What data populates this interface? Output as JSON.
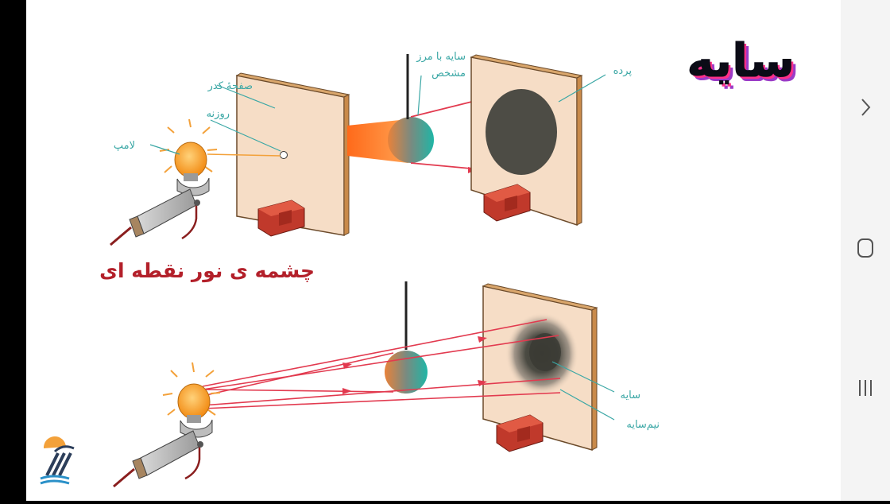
{
  "title": "سایه",
  "subtitle": "چشمه ی نور نقطه ای",
  "labels": {
    "cardboard": "صفحهٔ کدر",
    "hole": "روزنه",
    "lamp": "لامپ",
    "sharp_shadow_line1": "سایه با مرز",
    "sharp_shadow_line2": "مشخص",
    "screen": "پرده",
    "umbra": "سایه",
    "penumbra": "نیم‌سایه"
  },
  "colors": {
    "board": "#f6ddc6",
    "board_edge": "#c98a4a",
    "ray": "#e23a4f",
    "label": "#3aa7a5",
    "subtitle": "#b3202a",
    "stand": "#c0392b"
  },
  "icons": {
    "nav_back": "chevron-right-icon",
    "nav_home": "home-icon",
    "nav_recent": "recent-apps-icon",
    "logo": "logo-icon"
  }
}
